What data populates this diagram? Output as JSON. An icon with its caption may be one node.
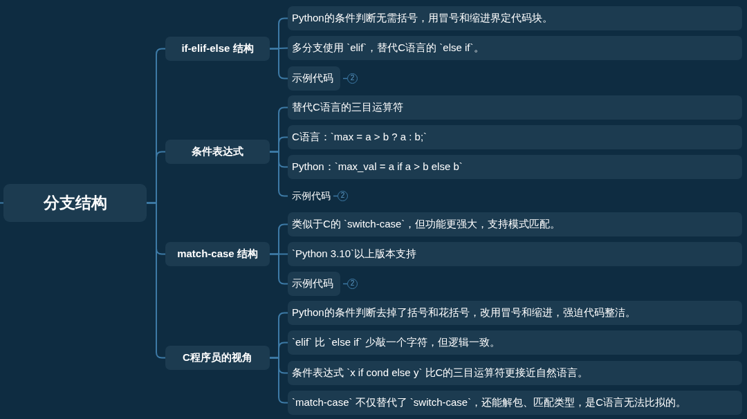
{
  "diagram": {
    "nodes": [
      {
        "text": [
          "分支结构"
        ]
      },
      {
        "text": [
          "if-elif-else 结构"
        ]
      },
      {
        "text": [
          "Python的条件判断无需括号，用冒号和缩进界定代码块。"
        ]
      },
      {
        "text": [
          "多分支使用 `elif`，替代C语言的 `else if`。"
        ]
      },
      {
        "text": [
          "示例代码"
        ],
        "beside": [
          "2"
        ]
      },
      {
        "text": [
          "条件表达式"
        ]
      },
      {
        "text": [
          "替代C语言的三目运算符"
        ]
      },
      {
        "text": [
          "C语言：`max = a > b ? a : b;`"
        ]
      },
      {
        "text": [
          "Python：`max_val = a if a > b else b`"
        ]
      },
      {
        "text": [
          "示例代码"
        ],
        "beside": [
          "2"
        ]
      },
      {
        "text": [
          "match-case 结构"
        ]
      },
      {
        "text": [
          "类似于C的 `switch-case`，但功能更强大，支持模式匹配。"
        ]
      },
      {
        "text": [
          "`Python 3.10`以上版本支持"
        ]
      },
      {
        "text": [
          "示例代码"
        ],
        "beside": [
          "2"
        ]
      },
      {
        "text": [
          "C程序员的视角"
        ]
      },
      {
        "text": [
          "Python的条件判断去掉了括号和花括号，改用冒号和缩进，强迫代码整洁。"
        ]
      },
      {
        "text": [
          "`elif` 比 `else if` 少敲一个字符，但逻辑一致。"
        ]
      },
      {
        "text": [
          "条件表达式 `x if cond else y` 比C的三目运算符更接近自然语言。"
        ]
      },
      {
        "text": [
          "`match-case` 不仅替代了 `switch-case`，还能解包、匹配类型，是C语言无法比拟的。"
        ]
      }
    ],
    "edges": [
      {
        "from": null,
        "to": 0,
        "arrow": "none"
      },
      {
        "from": 0,
        "to": 1,
        "arrow": "none"
      },
      {
        "from": 0,
        "to": 5,
        "arrow": "none"
      },
      {
        "from": 0,
        "to": 10,
        "arrow": "none"
      },
      {
        "from": 0,
        "to": 14,
        "arrow": "none"
      },
      {
        "from": 1,
        "to": 2,
        "arrow": "none"
      },
      {
        "from": 1,
        "to": 3,
        "arrow": "none"
      },
      {
        "from": 1,
        "to": 4,
        "arrow": "none"
      },
      {
        "from": 5,
        "to": 6,
        "arrow": "none"
      },
      {
        "from": 5,
        "to": 7,
        "arrow": "none"
      },
      {
        "from": 5,
        "to": 8,
        "arrow": "none"
      },
      {
        "from": 5,
        "to": 9,
        "arrow": "none"
      },
      {
        "from": 10,
        "to": 11,
        "arrow": "none"
      },
      {
        "from": 10,
        "to": 12,
        "arrow": "none"
      },
      {
        "from": 10,
        "to": 13,
        "arrow": "none"
      },
      {
        "from": 14,
        "to": 15,
        "arrow": "none"
      },
      {
        "from": 14,
        "to": 16,
        "arrow": "none"
      },
      {
        "from": 14,
        "to": 17,
        "arrow": "none"
      },
      {
        "from": 14,
        "to": 18,
        "arrow": "none"
      }
    ]
  }
}
